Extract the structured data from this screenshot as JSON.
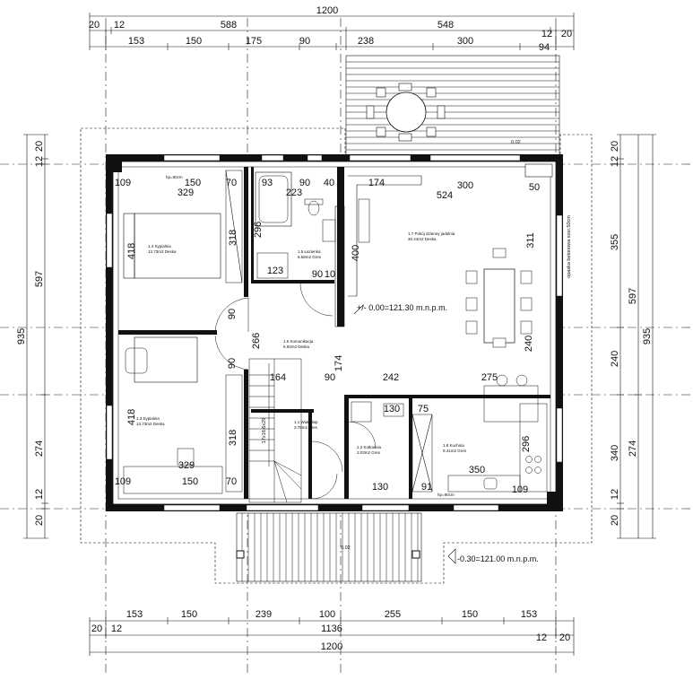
{
  "dims_top": {
    "row1": [
      "1200"
    ],
    "row2": [
      "20",
      "12",
      "588",
      "548",
      "12",
      "20"
    ],
    "row3": [
      "153",
      "150",
      "175",
      "90",
      "238",
      "300",
      "94"
    ]
  },
  "dims_bottom": {
    "row1": [
      "153",
      "150",
      "239",
      "100",
      "255",
      "150",
      "153"
    ],
    "row2": [
      "20",
      "12",
      "1136",
      "12",
      "20"
    ],
    "row3": [
      "1200"
    ]
  },
  "dims_left": {
    "outer": "935",
    "inner": [
      "20",
      "12",
      "597",
      "274",
      "12",
      "20"
    ]
  },
  "dims_right": {
    "outer": "935",
    "col_a": [
      "20",
      "12",
      "355",
      "240",
      "340",
      "12",
      "20"
    ],
    "col_b": [
      "597",
      "274"
    ]
  },
  "rooms": [
    {
      "number": "1.4",
      "name": "Sypialnia",
      "area": "13.73m2",
      "floor": "Deska"
    },
    {
      "number": "1.5",
      "name": "Łazienka",
      "area": "6.58m2",
      "floor": "Gres"
    },
    {
      "number": "1.7",
      "name": "Pokój dzienny jadalnia",
      "area": "30.44m2",
      "floor": "Deska"
    },
    {
      "number": "1.6",
      "name": "Komunikacja",
      "area": "6.92m2",
      "floor": "Deska"
    },
    {
      "number": "1.3",
      "name": "Sypialnia",
      "area": "13.73m2",
      "floor": "Deska"
    },
    {
      "number": "1.1",
      "name": "Wiatrołap",
      "area": "3.78m2",
      "floor": "Gres"
    },
    {
      "number": "1.2",
      "name": "Kotłownia",
      "area": "3.03m2",
      "floor": "Gres"
    },
    {
      "number": "1.8",
      "name": "Kuchnia",
      "area": "9.41m2",
      "floor": "Gres"
    }
  ],
  "interior_dims": [
    "109",
    "329",
    "150",
    "70",
    "93",
    "223",
    "90",
    "40",
    "174",
    "524",
    "300",
    "50",
    "418",
    "318",
    "296",
    "123",
    "90",
    "10",
    "400",
    "311",
    "90",
    "90",
    "266",
    "174",
    "164",
    "90",
    "242",
    "275",
    "130",
    "75",
    "418",
    "318",
    "329",
    "109",
    "150",
    "70",
    "130",
    "91",
    "350",
    "109",
    "296",
    "240"
  ],
  "stairs_label": "17x18,6x29",
  "levels": {
    "zero": "+/- 0.00=121.30 m.n.p.m.",
    "entry": "-0.30=121.00 m.n.p.m.",
    "slope_a": "0.02",
    "slope_b": "0.02"
  },
  "parapet": "hp=90cm",
  "ring_beam": "opaska betonowa szer.50cm"
}
